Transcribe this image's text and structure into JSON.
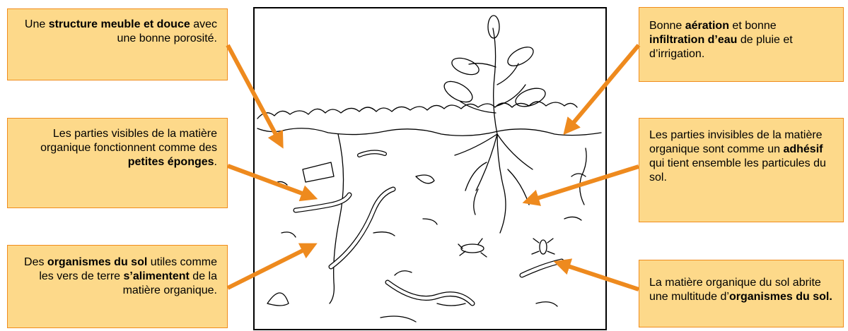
{
  "colors": {
    "box_fill": "#fdd98a",
    "box_border": "#f08c1c",
    "arrow": "#ee8a1e"
  },
  "callouts": [
    {
      "id": "structure",
      "parts": [
        {
          "t": "Une ",
          "b": false
        },
        {
          "t": "structure meuble et douce",
          "b": true
        },
        {
          "t": " avec une bonne porosité.",
          "b": false
        }
      ]
    },
    {
      "id": "visible",
      "parts": [
        {
          "t": "Les parties visibles de la matière organique fonctionnent comme des ",
          "b": false
        },
        {
          "t": "petites éponges",
          "b": true
        },
        {
          "t": ".",
          "b": false
        }
      ]
    },
    {
      "id": "organisms-feed",
      "parts": [
        {
          "t": "Des ",
          "b": false
        },
        {
          "t": "organismes du sol",
          "b": true
        },
        {
          "t": " utiles comme les vers de terre ",
          "b": false
        },
        {
          "t": "s’alimentent",
          "b": true
        },
        {
          "t": " de la matière organique.",
          "b": false
        }
      ]
    },
    {
      "id": "aeration",
      "parts": [
        {
          "t": "Bonne ",
          "b": false
        },
        {
          "t": "aération",
          "b": true
        },
        {
          "t": " et bonne ",
          "b": false
        },
        {
          "t": "infiltration d’eau",
          "b": true
        },
        {
          "t": " de pluie et d’irrigation.",
          "b": false
        }
      ]
    },
    {
      "id": "invisible",
      "parts": [
        {
          "t": "Les parties invisibles de la matière organique sont comme un ",
          "b": false
        },
        {
          "t": "adhésif",
          "b": true
        },
        {
          "t": " qui tient ensemble les particules du sol.",
          "b": false
        }
      ]
    },
    {
      "id": "habitat",
      "parts": [
        {
          "t": "La matière organique du sol abrite une multitude d’",
          "b": false
        },
        {
          "t": "organismes du sol.",
          "b": true
        }
      ]
    }
  ]
}
